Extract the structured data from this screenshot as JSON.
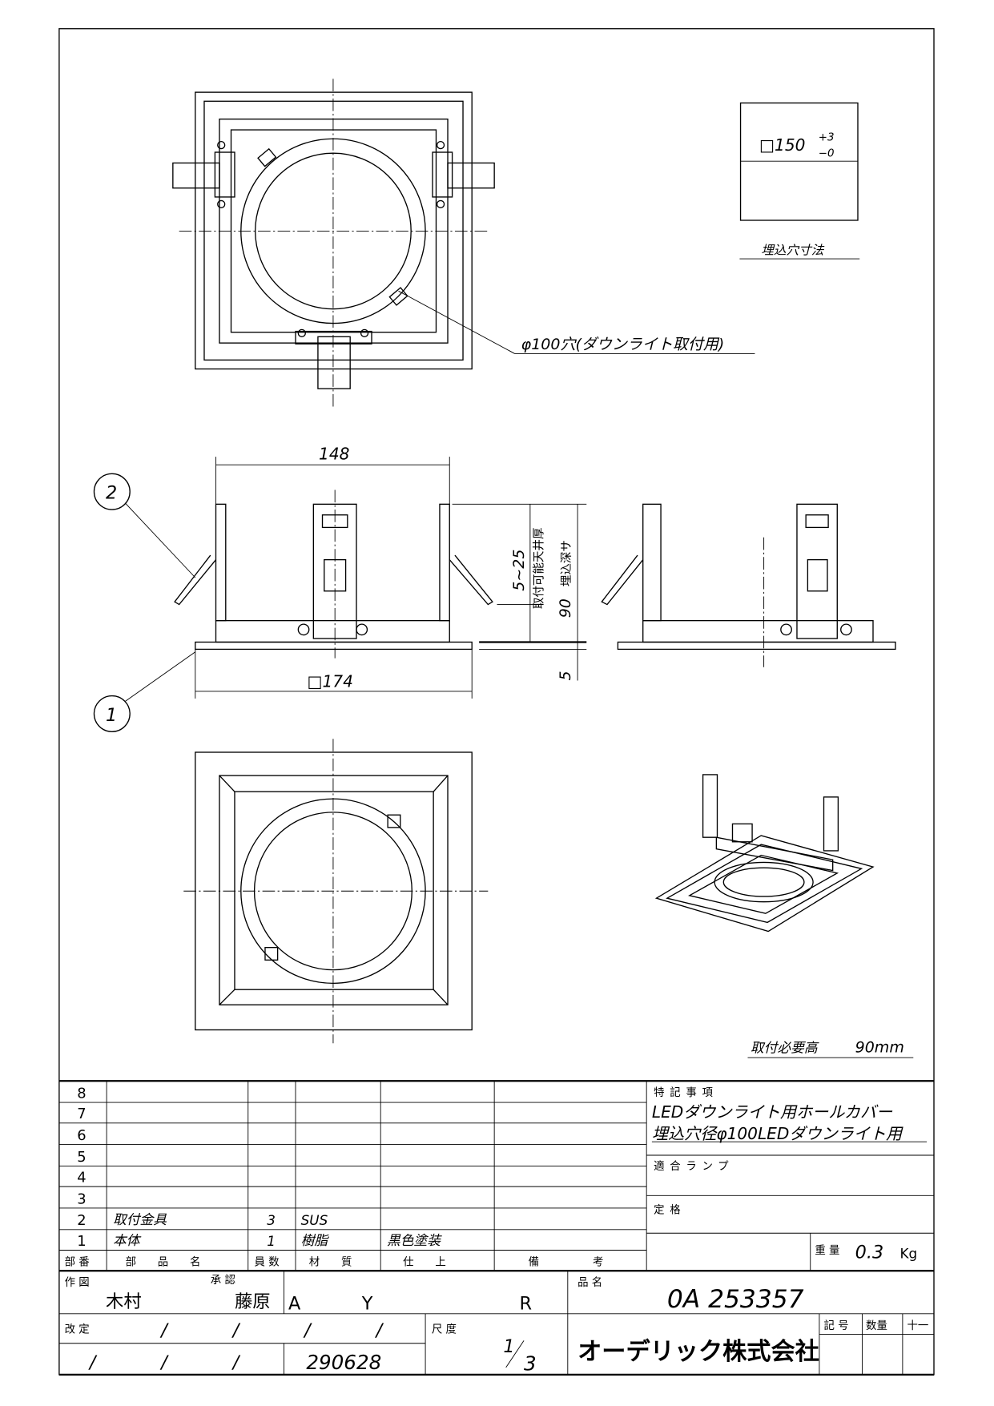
{
  "drawing": {
    "hole_label": "φ100穴(ダウンライト取付用)",
    "cutout_dim": "□150",
    "cutout_tol_plus": "+3",
    "cutout_tol_minus": "−0",
    "cutout_caption": "埋込穴寸法",
    "dim_width": "148",
    "dim_flange": "□174",
    "dim_ceiling": "5~25",
    "dim_ceiling_label": "取付可能天井厚",
    "dim_depth": "90",
    "dim_depth_label": "埋込深サ",
    "dim_flange_thick": "5",
    "balloon_1": "1",
    "balloon_2": "2",
    "required_height_label": "取付必要高",
    "required_height_value": "90mm"
  },
  "parts_table": {
    "rows": [
      {
        "no": "8",
        "name": "",
        "qty": "",
        "material": "",
        "finish": "",
        "note": ""
      },
      {
        "no": "7",
        "name": "",
        "qty": "",
        "material": "",
        "finish": "",
        "note": ""
      },
      {
        "no": "6",
        "name": "",
        "qty": "",
        "material": "",
        "finish": "",
        "note": ""
      },
      {
        "no": "5",
        "name": "",
        "qty": "",
        "material": "",
        "finish": "",
        "note": ""
      },
      {
        "no": "4",
        "name": "",
        "qty": "",
        "material": "",
        "finish": "",
        "note": ""
      },
      {
        "no": "3",
        "name": "",
        "qty": "",
        "material": "",
        "finish": "",
        "note": ""
      },
      {
        "no": "2",
        "name": "取付金具",
        "qty": "3",
        "material": "SUS",
        "finish": "",
        "note": ""
      },
      {
        "no": "1",
        "name": "本体",
        "qty": "1",
        "material": "樹脂",
        "finish": "黒色塗装",
        "note": ""
      }
    ],
    "headers": {
      "no": "部 番",
      "name": "部　　品　　名",
      "qty": "員 数",
      "material": "材　　質",
      "finish": "仕　　上",
      "note": "備　　　　　考"
    }
  },
  "notes": {
    "special_label": "特記事項",
    "special_line1": "LEDダウンライト用ホールカバー",
    "special_line2": "埋込穴径φ100LEDダウンライト用",
    "lamp_label": "適合ランプ",
    "rating_label": "定格",
    "weight_label": "重 量",
    "weight_value": "0.3",
    "weight_unit": "Kg"
  },
  "title_block": {
    "drawn_label": "作 図",
    "drawn_by": "木村",
    "approved_label": "承 認",
    "approved_by": "藤原",
    "code_a": "A",
    "code_y": "Y",
    "code_r": "R",
    "product_label": "品 名",
    "product_name": "0A 253357",
    "revision_label": "改 定",
    "date": "290628",
    "scale_label": "尺 度",
    "scale_num": "1",
    "scale_den": "3",
    "company": "オーデリック株式会社",
    "symbol_label": "記 号",
    "quantity_label": "数量",
    "tolerance_label": "十一",
    "slash": "/"
  }
}
